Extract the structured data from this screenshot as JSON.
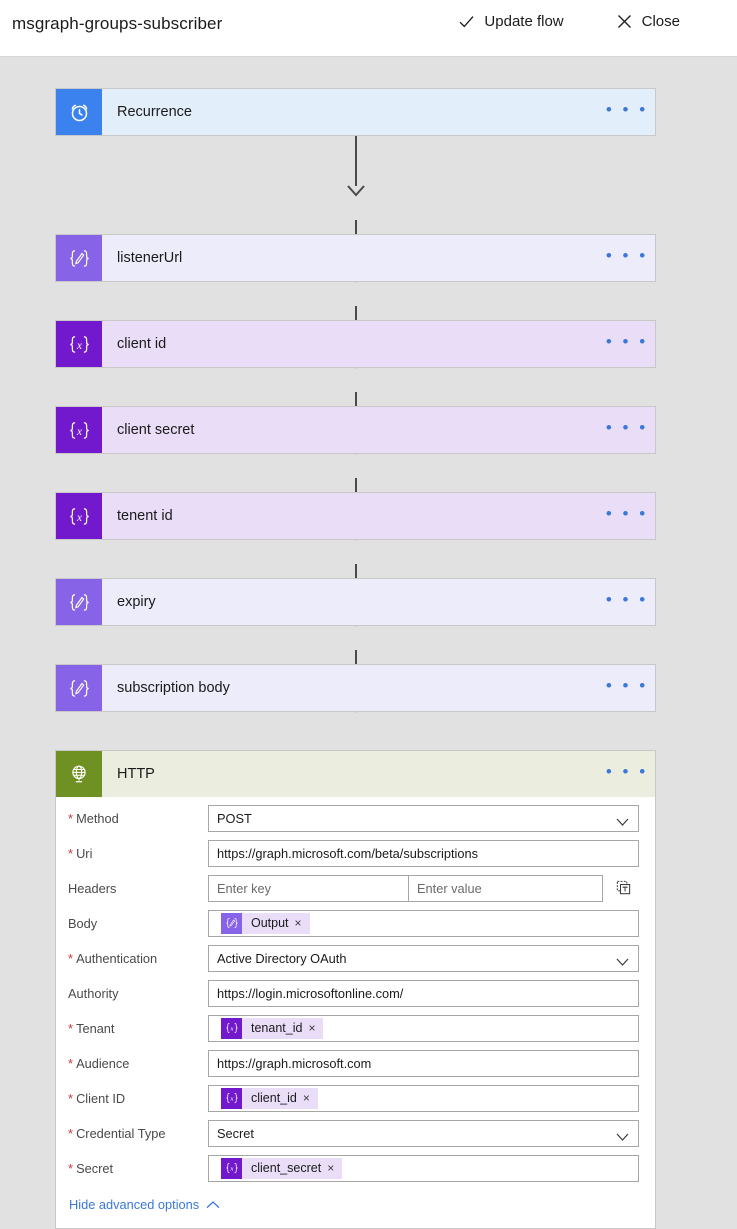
{
  "header": {
    "flow_name": "msgraph-groups-subscriber",
    "update_label": "Update flow",
    "close_label": "Close",
    "check_icon": "check-icon",
    "close_icon": "close-x-icon"
  },
  "colors": {
    "canvas": "#e1e1e1",
    "recurrence_icon": "#3b82ef",
    "recurrence_head": "#e3eefb",
    "compose_icon": "#8763e8",
    "compose_head": "#ececfa",
    "variable_icon": "#7319cd",
    "variable_head": "#e9ddf8",
    "http_icon": "#6f9023",
    "http_head": "#ebeedf",
    "link_blue": "#3b78d8",
    "required_red": "#d13438"
  },
  "steps": [
    {
      "title": "Recurrence",
      "icon": "alarm-clock-icon",
      "kind": "recurrence",
      "menu": "• • •"
    },
    {
      "title": "listenerUrl",
      "icon": "compose-icon",
      "kind": "compose",
      "menu": "• • •"
    },
    {
      "title": "client id",
      "icon": "variable-icon",
      "kind": "variable",
      "menu": "• • •"
    },
    {
      "title": "client secret",
      "icon": "variable-icon",
      "kind": "variable",
      "menu": "• • •"
    },
    {
      "title": "tenent id",
      "icon": "variable-icon",
      "kind": "variable",
      "menu": "• • •"
    },
    {
      "title": "expiry",
      "icon": "compose-icon",
      "kind": "compose",
      "menu": "• • •"
    },
    {
      "title": "subscription body",
      "icon": "compose-icon",
      "kind": "compose",
      "menu": "• • •"
    },
    {
      "title": "HTTP",
      "icon": "globe-icon",
      "kind": "http",
      "menu": "• • •"
    }
  ],
  "http": {
    "title": "HTTP",
    "method": {
      "label": "Method",
      "required": true,
      "value": "POST"
    },
    "uri": {
      "label": "Uri",
      "required": true,
      "value": "https://graph.microsoft.com/beta/subscriptions"
    },
    "headers": {
      "label": "Headers",
      "required": false,
      "key_placeholder": "Enter key",
      "value_placeholder": "Enter value",
      "text_mode_icon": "switch-to-text-mode-icon"
    },
    "body": {
      "label": "Body",
      "required": false,
      "token": "Output",
      "token_icon": "compose-token-icon",
      "remove": "×"
    },
    "authentication": {
      "label": "Authentication",
      "required": true,
      "value": "Active Directory OAuth"
    },
    "authority": {
      "label": "Authority",
      "required": false,
      "value": "https://login.microsoftonline.com/"
    },
    "tenant": {
      "label": "Tenant",
      "required": true,
      "token": "tenant_id",
      "token_icon": "variable-token-icon",
      "remove": "×"
    },
    "audience": {
      "label": "Audience",
      "required": true,
      "value": "https://graph.microsoft.com"
    },
    "client_id": {
      "label": "Client ID",
      "required": true,
      "token": "client_id",
      "token_icon": "variable-token-icon",
      "remove": "×"
    },
    "credential_type": {
      "label": "Credential Type",
      "required": true,
      "value": "Secret"
    },
    "secret": {
      "label": "Secret",
      "required": true,
      "token": "client_secret",
      "token_icon": "variable-token-icon",
      "remove": "×"
    },
    "advanced_link": {
      "label": "Hide advanced options",
      "icon": "chevron-up-icon"
    }
  }
}
